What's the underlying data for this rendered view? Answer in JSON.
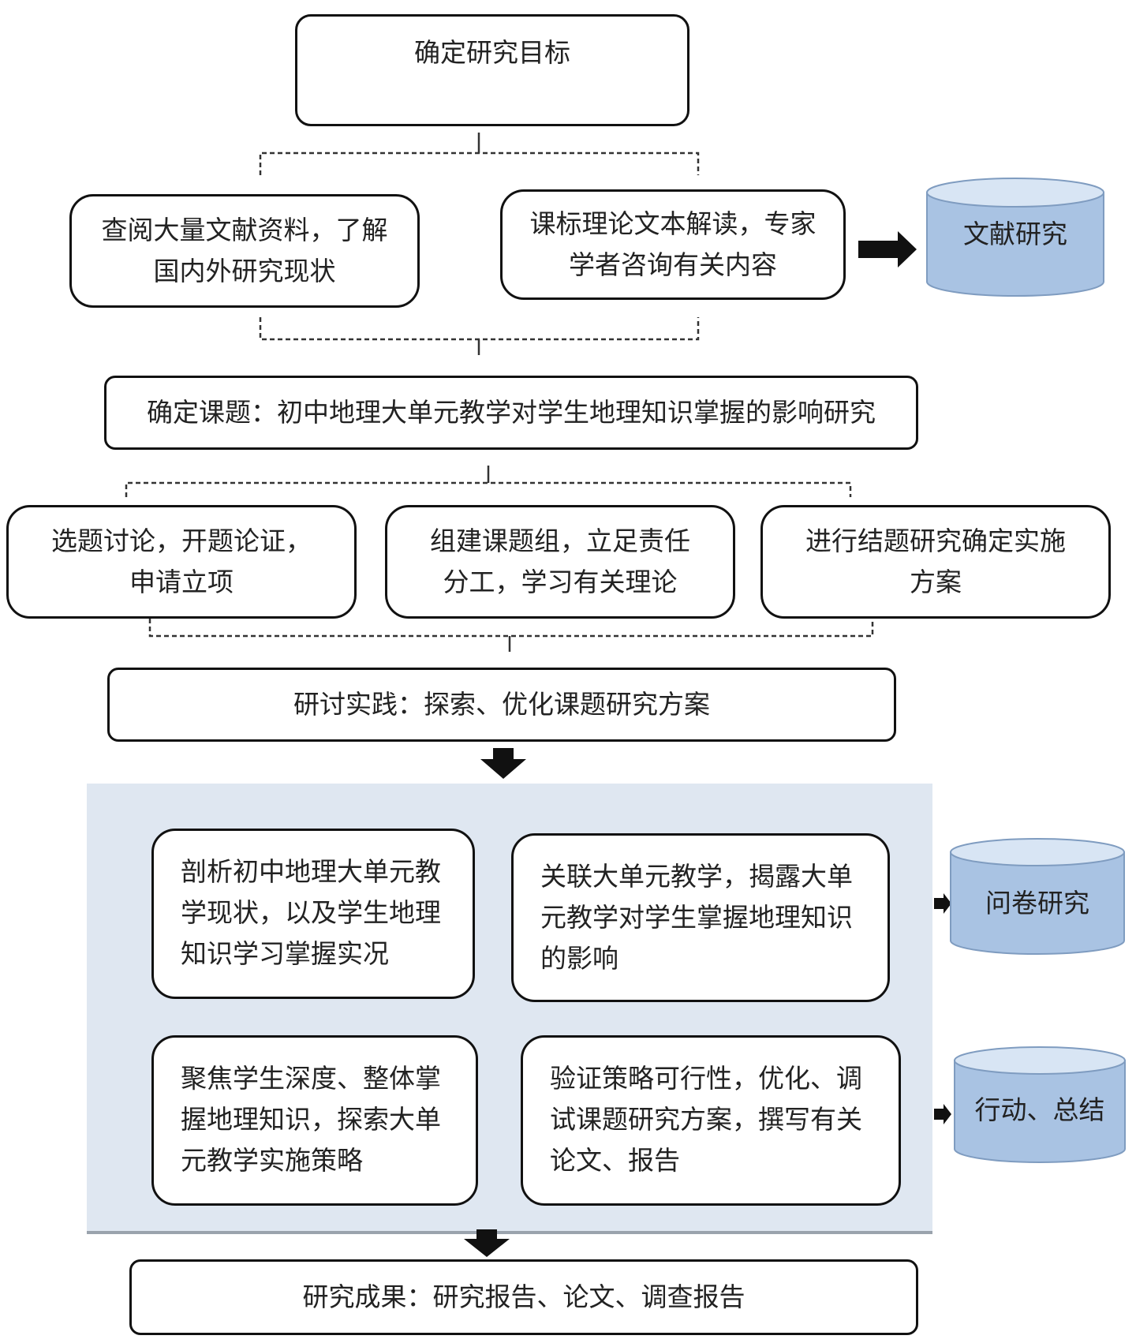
{
  "diagram": {
    "nodes": {
      "goal": "确定研究目标",
      "lit_review": "查阅大量文献资料，了解国内外研究现状",
      "curriculum": "课标理论文本解读，专家学者咨询有关内容",
      "topic": "确定课题：初中地理大单元教学对学生地理知识掌握的影响研究",
      "select": "选题讨论，开题论证，申请立项",
      "team": "组建课题组，立足责任分工，学习有关理论",
      "plan": "进行结题研究确定实施方案",
      "practice": "研讨实践：探索、优化课题研究方案",
      "analyze": "剖析初中地理大单元教学现状，以及学生地理知识学习掌握实况",
      "relate": "关联大单元教学，揭露大单元教学对学生掌握地理知识的影响",
      "focus": "聚焦学生深度、整体掌握地理知识，探索大单元教学实施策略",
      "verify": "验证策略可行性，优化、调试课题研究方案，撰写有关论文、报告",
      "result": "研究成果：研究报告、论文、调查报告"
    },
    "methods": {
      "literature": "文献研究",
      "questionnaire": "问卷研究",
      "action": "行动、总结"
    },
    "colors": {
      "panel": "#dfe7f1",
      "cylinder_fill": "#a9c3e3",
      "cylinder_top": "#d8e5f4",
      "border": "#111111"
    }
  }
}
